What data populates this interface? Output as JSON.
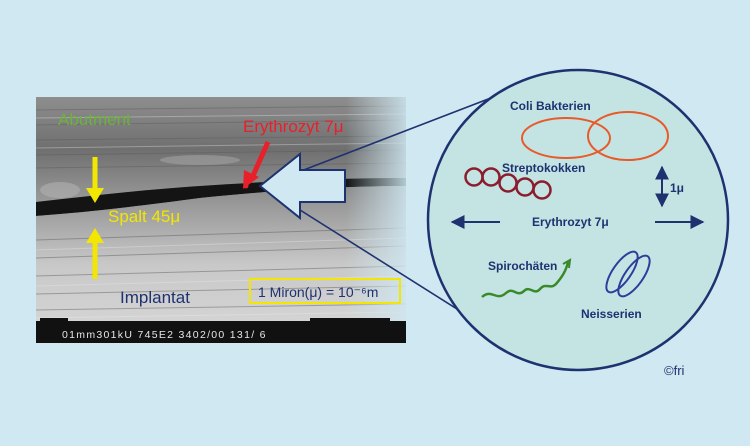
{
  "sem": {
    "label_abutment": "Abutment",
    "label_erythrozyt": "Erythrozyt 7μ",
    "label_spalt": "Spalt 45μ",
    "label_implantat": "Implantat",
    "scale_note": "1 Miron(μ) = 10⁻⁶m",
    "databar": "01mm301kU 745E2 3402/00 131/ 6"
  },
  "zoom": {
    "coli": "Coli Bakterien",
    "strepto": "Streptokokken",
    "scale_1mu": "1μ",
    "erythrozyt": "Erythrozyt 7μ",
    "spirochaeten": "Spirochäten",
    "neisserien": "Neisserien"
  },
  "copyright": "©fri",
  "colors": {
    "background": "#cfe8f1",
    "circle_fill": "#c4e4e4",
    "navy": "#1e3270",
    "abutment_green": "#6bb33a",
    "red": "#e8202a",
    "yellow": "#f3e600",
    "coli_orange": "#e85a2a",
    "strepto_maroon": "#8a1e2e",
    "spiro_green": "#3a8a2a",
    "neisser_blue": "#2a3e9a"
  }
}
